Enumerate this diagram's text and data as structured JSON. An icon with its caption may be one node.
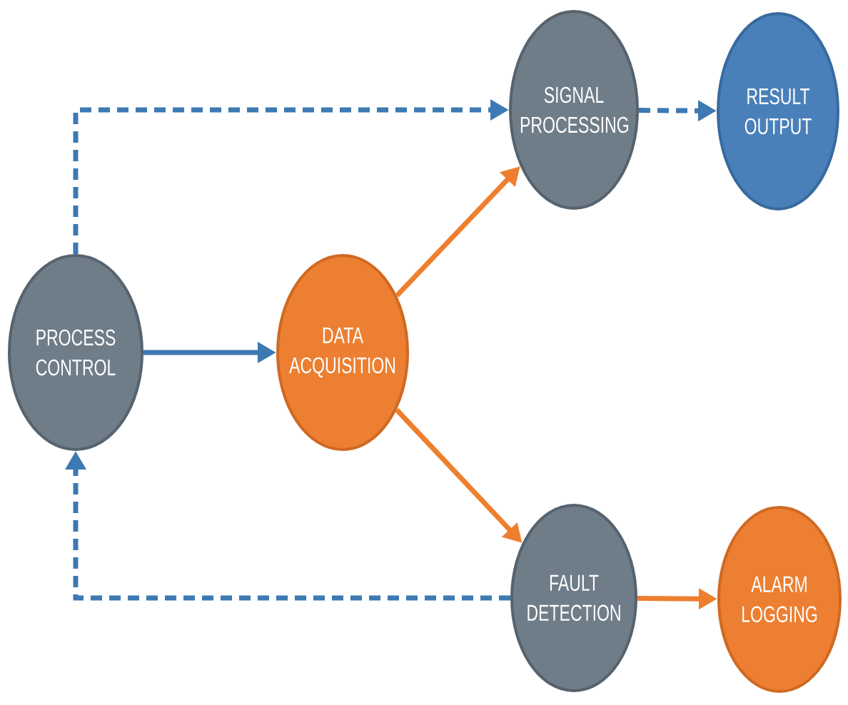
{
  "diagram": {
    "nodes": [
      {
        "text": [
          "PROCESS CONTROL"
        ]
      },
      {
        "text": [
          "DATA ACQUISITION"
        ]
      },
      {
        "text": [
          "SIGNAL PROCESSING"
        ]
      },
      {
        "text": [
          "RESULT OUTPUT"
        ]
      },
      {
        "text": [
          "FAULT DETECTION"
        ]
      },
      {
        "text": [
          "ALARM LOGGING"
        ]
      }
    ],
    "edges": [
      {
        "from": 0,
        "to": 1,
        "arrow": "to"
      },
      {
        "from": 0,
        "to": 2,
        "arrow": "to",
        "style": "dashed"
      },
      {
        "from": 1,
        "to": 2,
        "arrow": "to",
        "color": "#ee7f2e"
      },
      {
        "from": 1,
        "to": 4,
        "arrow": "to",
        "color": "#ee7f2e"
      },
      {
        "from": 2,
        "to": 3,
        "arrow": "to",
        "style": "dashed"
      },
      {
        "from": 4,
        "to": 5,
        "arrow": "to",
        "color": "#ee7f2e"
      },
      {
        "from": 4,
        "to": 0,
        "arrow": "to",
        "style": "dashed"
      }
    ]
  }
}
